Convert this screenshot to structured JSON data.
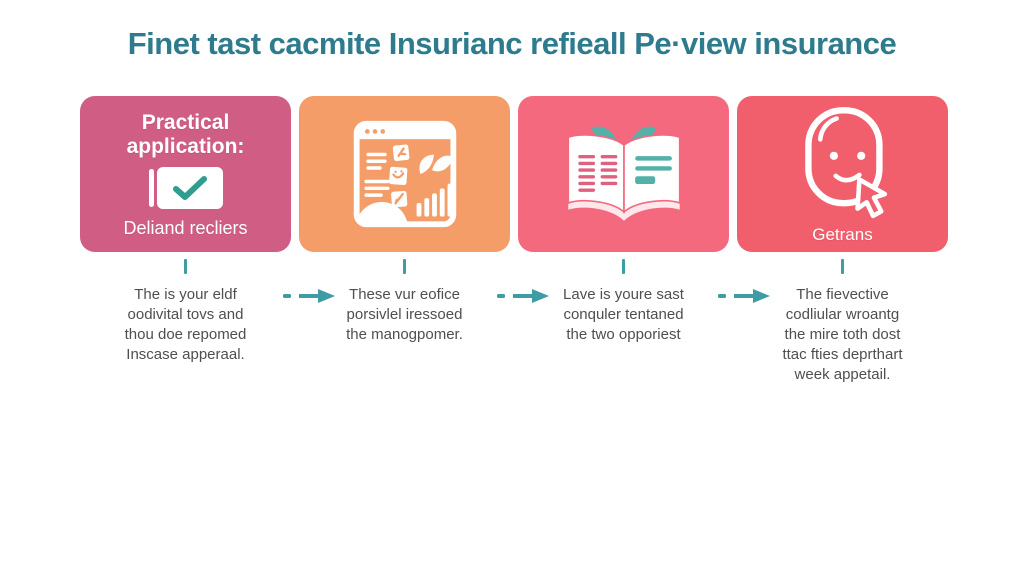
{
  "title": "Finet tast cacmite Insurianc refieall Pe·view insurance",
  "colors": {
    "title": "#2e7b8d",
    "accent_teal": "#3f9ba4",
    "body_text": "#4f4f4f",
    "card1_bg": "#d05e84",
    "card2_bg": "#f49d68",
    "card3_bg": "#f5697f",
    "card4_bg": "#f15f6d",
    "check_teal": "#2e9e8f",
    "book_pink_lines": "#e0607f",
    "book_teal_lines": "#55b0a8"
  },
  "cards": [
    {
      "heading": "Practical\napplication:",
      "icon": "document-checkmark-icon",
      "label": "Deliand recliers",
      "description": "The is your eldf\noodivital tovs and\nthou doe repomed\nInscase apperaal."
    },
    {
      "heading": "",
      "icon": "browser-dashboard-icon",
      "label": "",
      "description": "These vur eofice\nporsivlel iressoed\nthe manogpomer."
    },
    {
      "heading": "",
      "icon": "open-book-icon",
      "label": "",
      "description": "Lave is youre sast\nconquler tentaned\nthe two opporiest"
    },
    {
      "heading": "",
      "icon": "face-cursor-icon",
      "label": "Getrans",
      "description": "The fievective\ncodliular wroantg\nthe mire toth dost\nttac fties deprthart\nweek appetail."
    }
  ]
}
